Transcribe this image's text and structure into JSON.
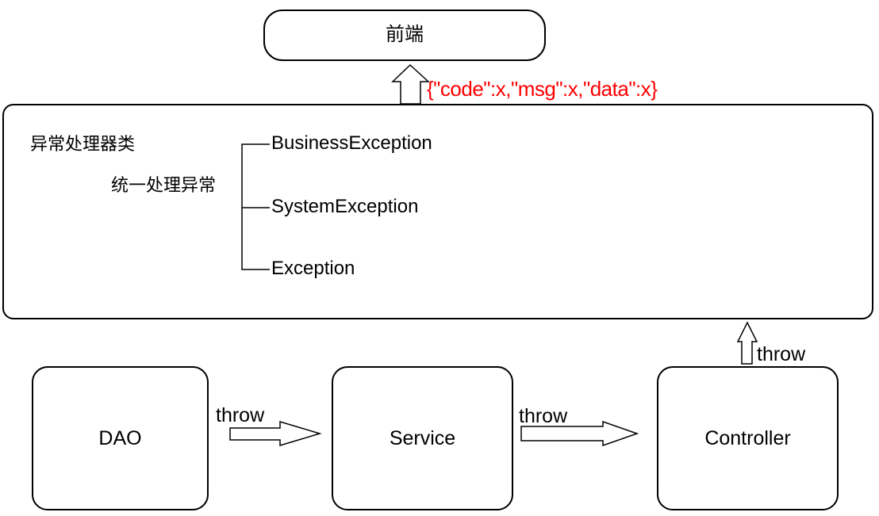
{
  "diagram": {
    "frontend": {
      "label": "前端"
    },
    "response_annotation": {
      "text": "{\"code\":x,\"msg\":x,\"data\":x}",
      "color": "#ff0000"
    },
    "handler": {
      "title": "异常处理器类",
      "subtitle": "统一处理异常",
      "exceptions": [
        "BusinessException",
        "SystemException",
        "Exception"
      ]
    },
    "layers": {
      "dao": "DAO",
      "service": "Service",
      "controller": "Controller"
    },
    "throw_label": "throw",
    "colors": {
      "line": "#000000",
      "annotation_red": "#ff0000",
      "background": "#ffffff"
    }
  }
}
